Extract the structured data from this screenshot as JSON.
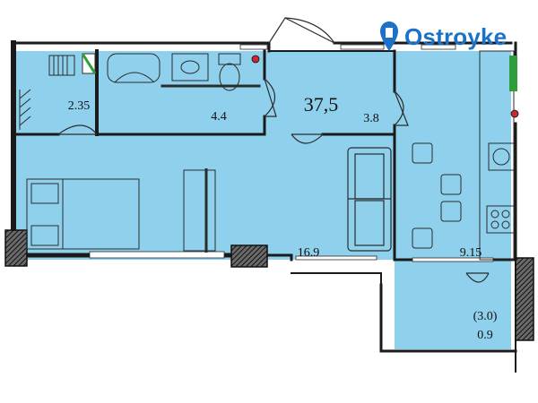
{
  "brand": {
    "name": "Ostroyke",
    "color": "#1a73c9",
    "icon": "map-pin-icon"
  },
  "plan": {
    "total_area": "37,5",
    "rooms": [
      {
        "id": "storage",
        "area": "2.35"
      },
      {
        "id": "bathroom",
        "area": "4.4"
      },
      {
        "id": "hallway",
        "area": "3.8"
      },
      {
        "id": "living-room",
        "area": "16.9"
      },
      {
        "id": "kitchen",
        "area": "9.15"
      },
      {
        "id": "balcony",
        "area": "0.9",
        "area_full": "(3.0)"
      }
    ],
    "colors": {
      "floor": "#8fd0ec",
      "wall": "#1a1a1a",
      "line": "#2b2b2b",
      "window": "#ffffff",
      "radiator": "#2f9e3a",
      "riser": "#c8282e"
    }
  }
}
